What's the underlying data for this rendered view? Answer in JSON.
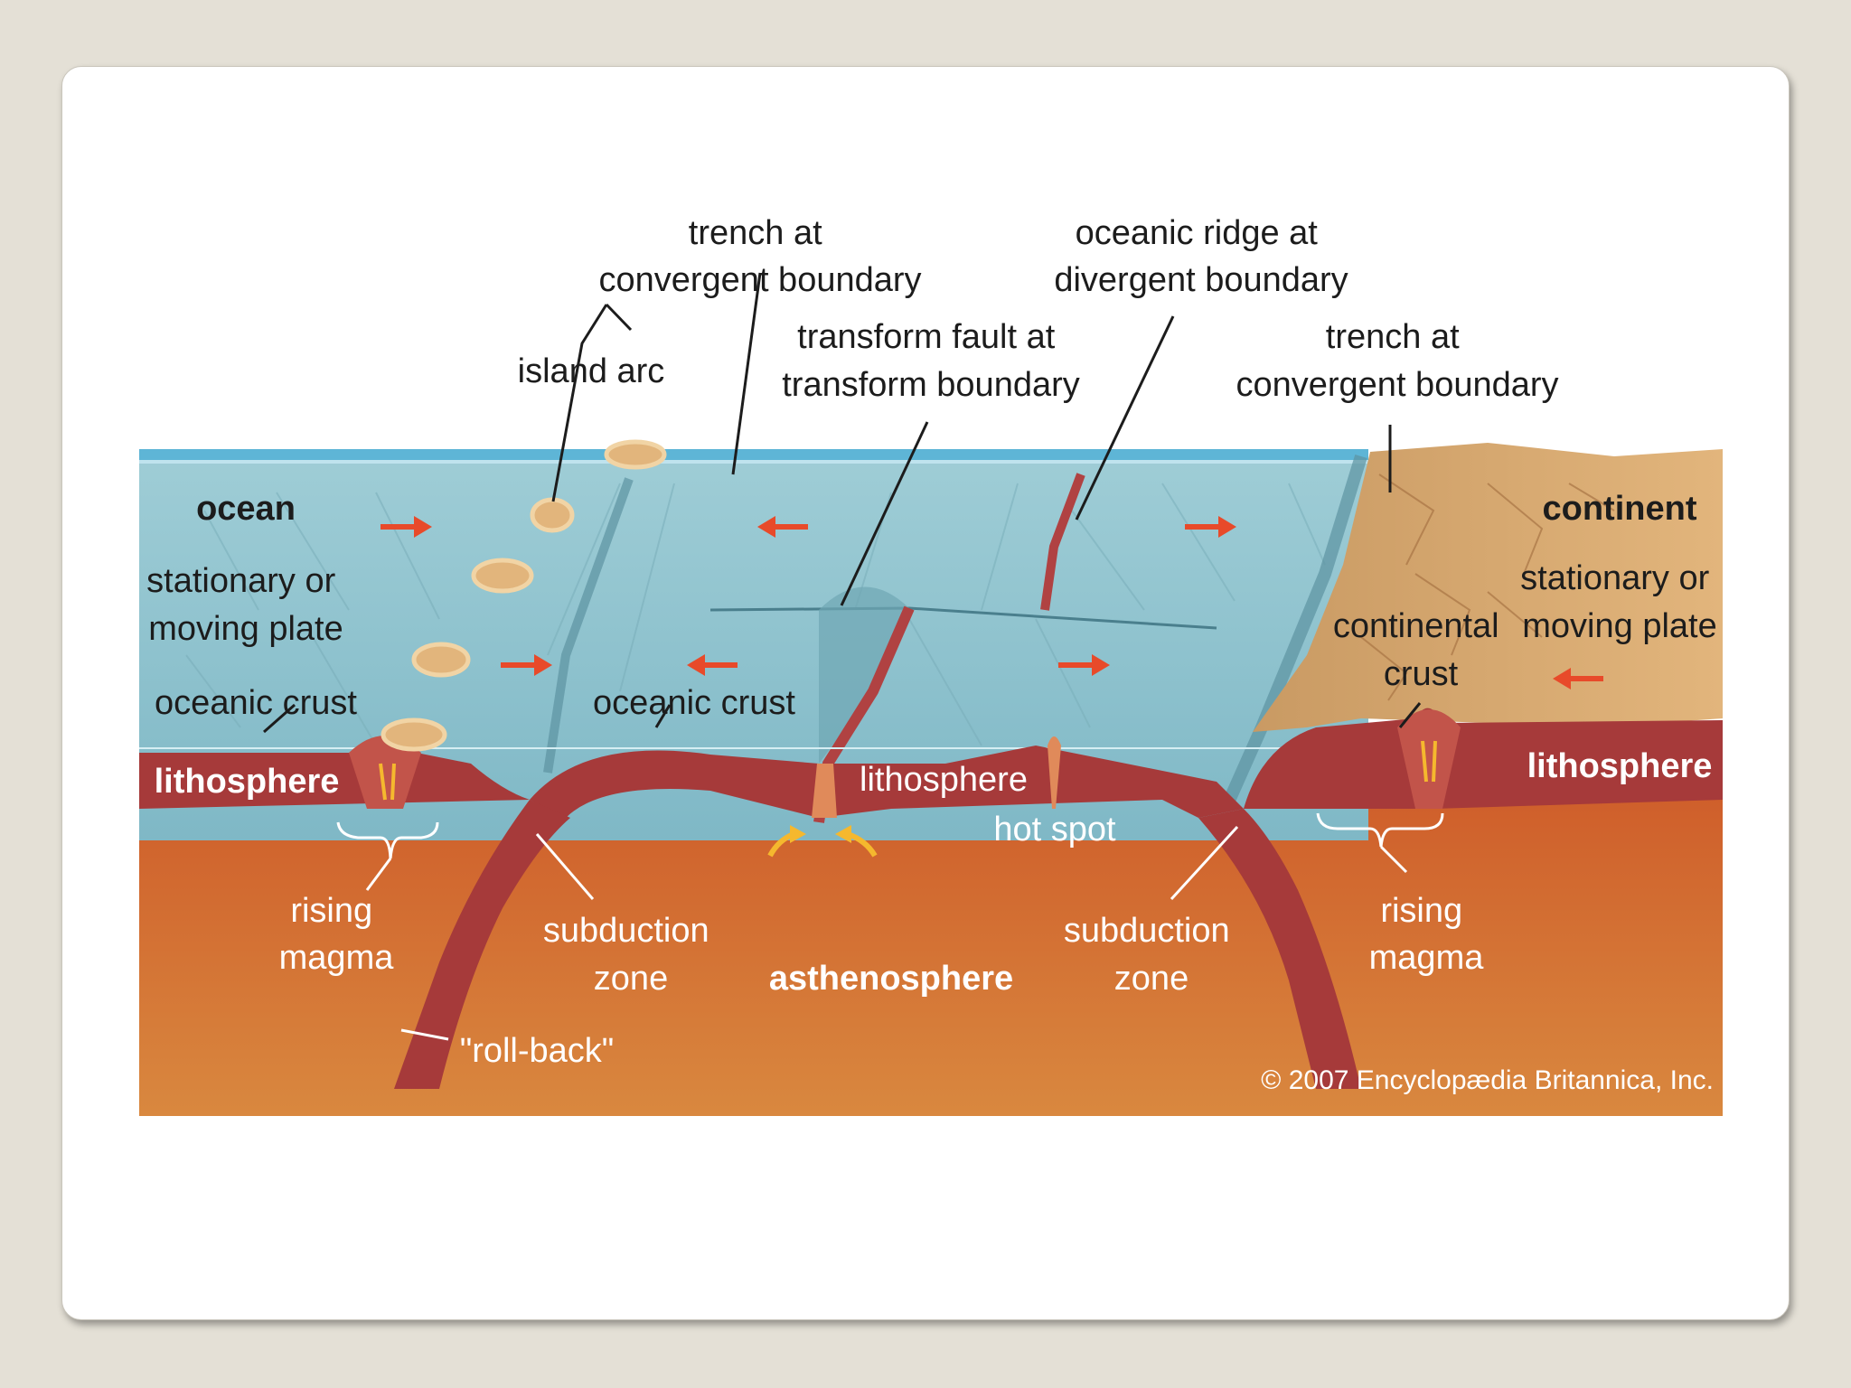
{
  "diagram": {
    "colors": {
      "ocean": "#8ec4cf",
      "ocean_surface": "#5eb5d6",
      "lithosphere": "#a63a3a",
      "asthenosphere": "#d06a33",
      "continent": "#d9a86a",
      "arrow": "#e84a2a",
      "upwelling_arrow": "#f5b82e"
    },
    "labels": {
      "trench_left": [
        "trench at",
        "convergent boundary"
      ],
      "oceanic_ridge": [
        "oceanic ridge at",
        "divergent boundary"
      ],
      "transform_fault": [
        "transform fault at",
        "transform boundary"
      ],
      "trench_right": [
        "trench at",
        "convergent boundary"
      ],
      "island_arc": "island arc",
      "ocean": "ocean",
      "continent": "continent",
      "stationary_left": [
        "stationary or",
        "moving plate"
      ],
      "stationary_right": [
        "stationary or",
        "moving plate"
      ],
      "oceanic_crust_left": "oceanic crust",
      "oceanic_crust_mid": "oceanic crust",
      "continental_crust": [
        "continental",
        "crust"
      ],
      "lithosphere_left": "lithosphere",
      "lithosphere_mid": "lithosphere",
      "lithosphere_right": "lithosphere",
      "hot_spot": "hot spot",
      "rising_magma_left": [
        "rising",
        "magma"
      ],
      "rising_magma_right": [
        "rising",
        "magma"
      ],
      "subduction_left": [
        "subduction",
        "zone"
      ],
      "subduction_right": [
        "subduction",
        "zone"
      ],
      "asthenosphere": "asthenosphere",
      "roll_back": "\"roll-back\"",
      "copyright": "© 2007 Encyclopædia Britannica, Inc."
    }
  }
}
